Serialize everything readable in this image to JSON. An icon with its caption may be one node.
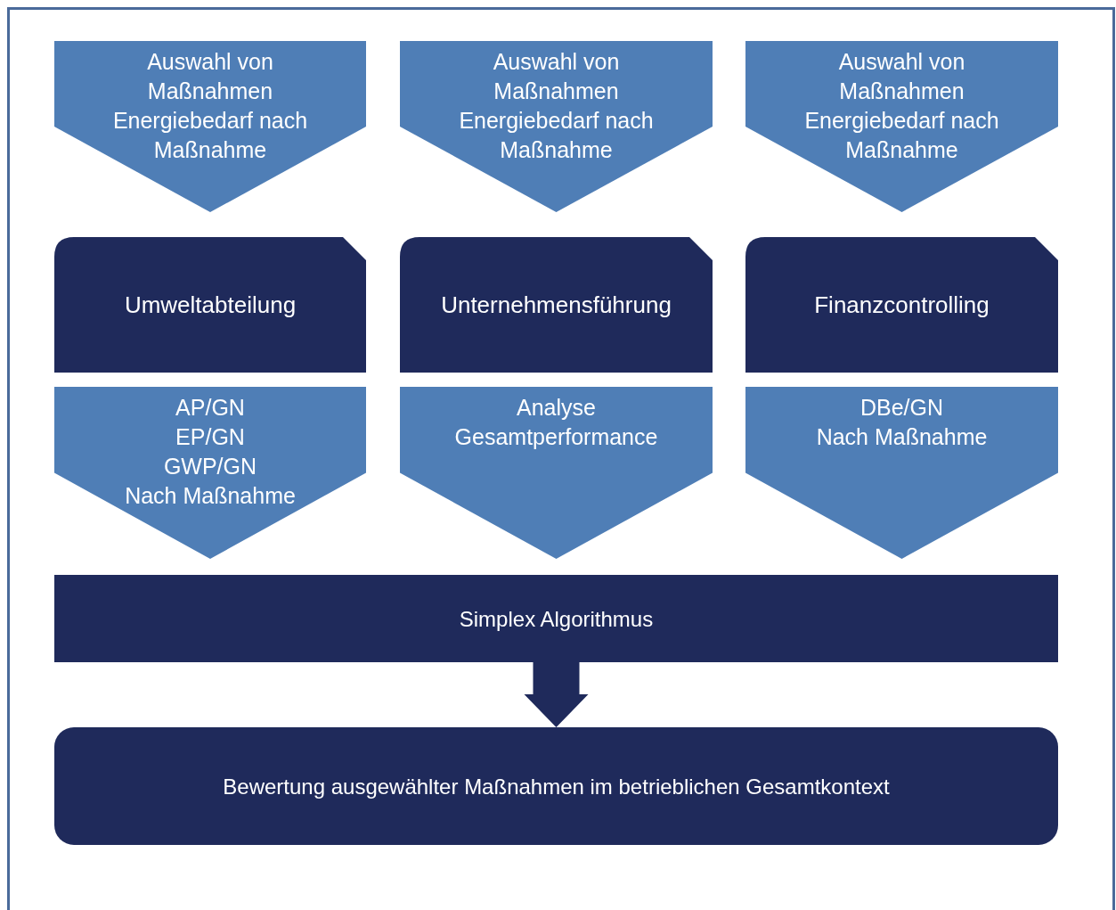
{
  "diagram": {
    "nodes": [
      {
        "text": [
          "Auswahl von Maßnahmen",
          "Energiebedarf nach Maßnahme"
        ]
      },
      {
        "text": [
          "Auswahl von Maßnahmen",
          "Energiebedarf nach Maßnahme"
        ]
      },
      {
        "text": [
          "Auswahl von Maßnahmen",
          "Energiebedarf nach Maßnahme"
        ]
      },
      {
        "text": [
          "Umweltabteilung"
        ]
      },
      {
        "text": [
          "Unternehmensführung"
        ]
      },
      {
        "text": [
          "Finanzcontrolling"
        ]
      },
      {
        "text": [
          "AP/GN",
          "EP/GN",
          "GWP/GN",
          "Nach Maßnahme"
        ]
      },
      {
        "text": [
          "Analyse",
          "Gesamtperformance"
        ]
      },
      {
        "text": [
          "DBe/GN",
          "Nach Maßnahme"
        ]
      },
      {
        "text": [
          "Simplex Algorithmus"
        ]
      },
      {
        "text": [
          "Bewertung ausgewählter Maßnahmen im betrieblichen Gesamtkontext"
        ]
      }
    ],
    "edges": [
      {
        "from": 9,
        "to": 10,
        "arrow": "to"
      }
    ]
  }
}
